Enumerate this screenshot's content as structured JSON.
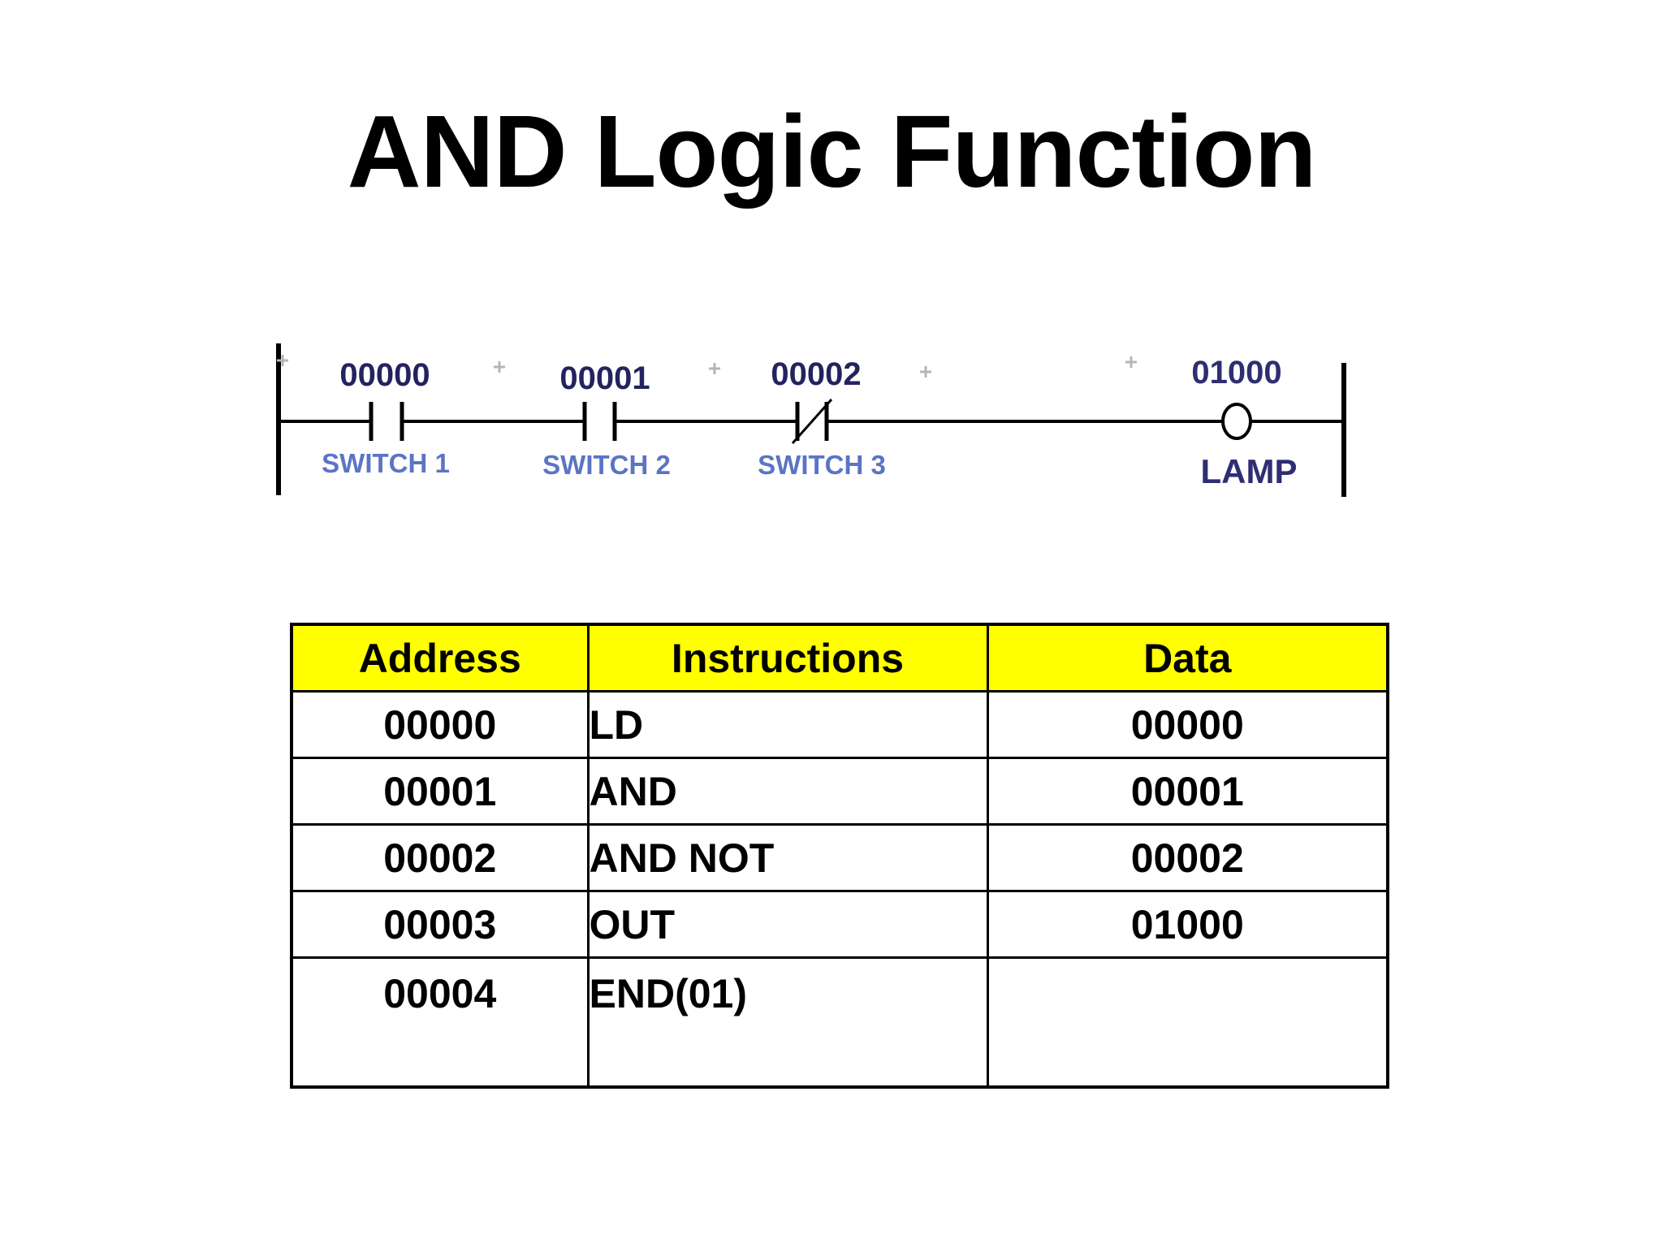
{
  "title": "AND Logic Function",
  "ladder": {
    "contacts": [
      {
        "address": "00000",
        "label": "SWITCH 1",
        "type": "normally-open"
      },
      {
        "address": "00001",
        "label": "SWITCH 2",
        "type": "normally-open"
      },
      {
        "address": "00002",
        "label": "SWITCH 3",
        "type": "normally-closed"
      }
    ],
    "coil": {
      "address": "01000",
      "label": "LAMP"
    }
  },
  "table": {
    "headers": [
      "Address",
      "Instructions",
      "Data"
    ],
    "rows": [
      {
        "address": "00000",
        "instruction": "LD",
        "data": "00000"
      },
      {
        "address": "00001",
        "instruction": "AND",
        "data": "00001"
      },
      {
        "address": "00002",
        "instruction": "AND NOT",
        "data": "00002"
      },
      {
        "address": "00003",
        "instruction": "OUT",
        "data": "01000"
      },
      {
        "address": "00004",
        "instruction": "END(01)",
        "data": ""
      }
    ]
  },
  "colors": {
    "header_bg": "#ffff00",
    "switch_label": "#5b74c4",
    "coil_label": "#2e2e73",
    "address_label": "#23235f",
    "line": "#000000",
    "grid_marker": "#b4b4bc"
  }
}
